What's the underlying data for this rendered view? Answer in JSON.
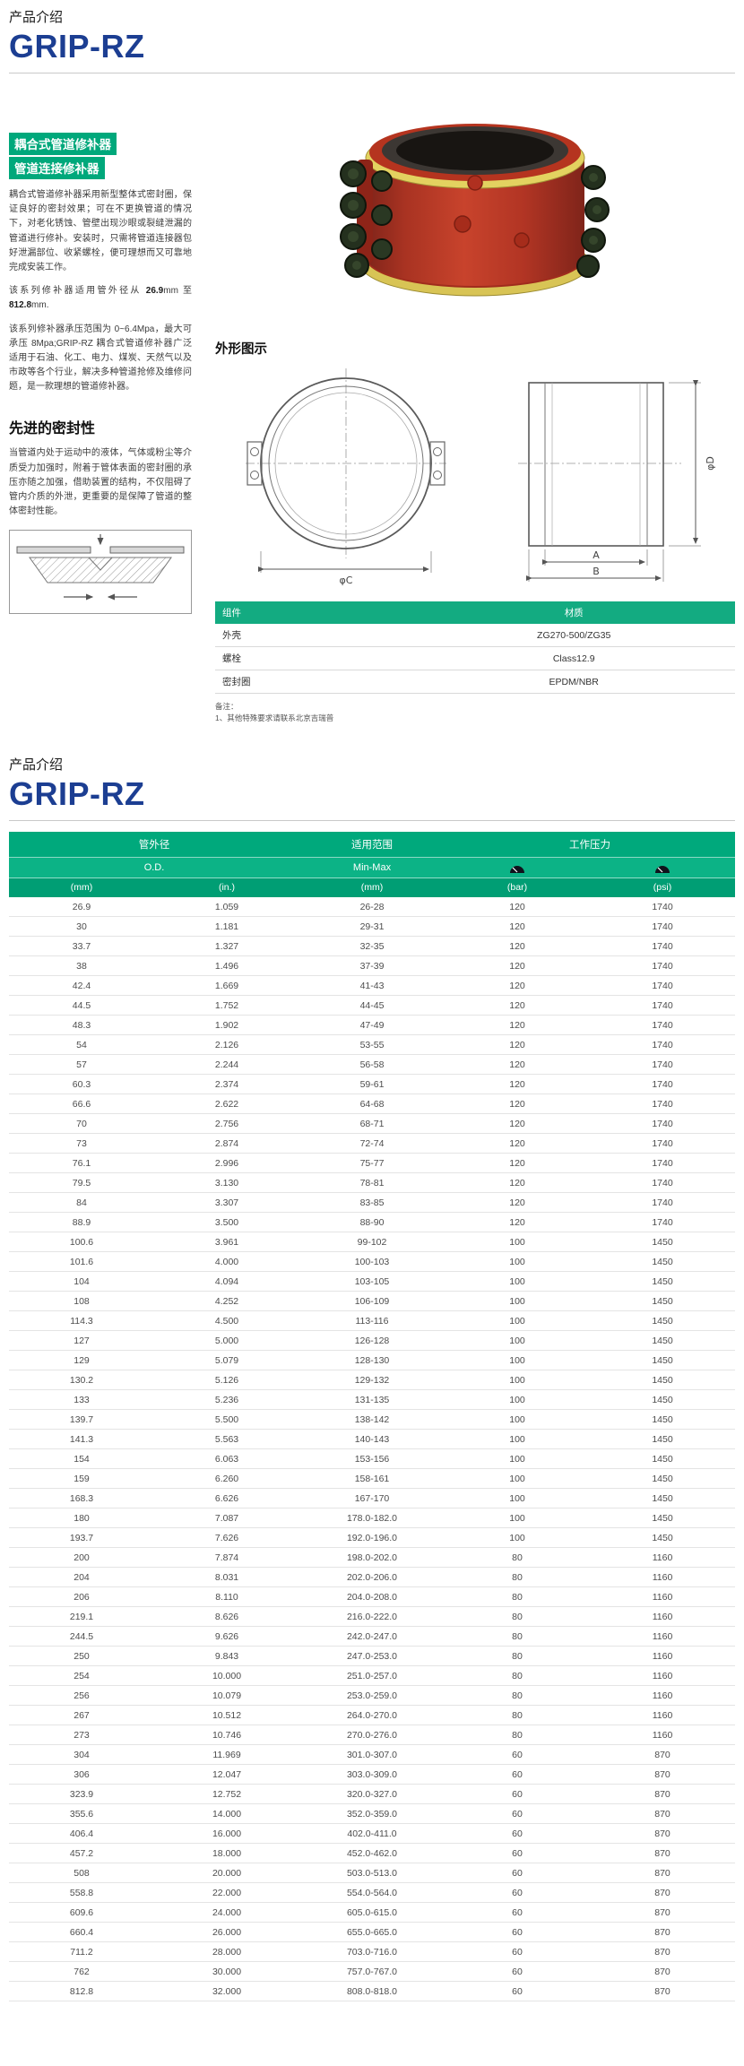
{
  "colors": {
    "brand_blue": "#1c3e92",
    "green": "#00a87b"
  },
  "page1": {
    "kicker": "产品介绍",
    "brand": "GRIP-RZ",
    "product_title": {
      "line1": "耦合式管道修补器",
      "line2": "管道连接修补器"
    },
    "para1": "耦合式管道修补器采用新型整体式密封圈，保证良好的密封效果；可在不更换管道的情况下，对老化锈蚀、管壁出现沙眼或裂缝泄漏的管道进行修补。安装时，只需将管道连接器包好泄漏部位、收紧螺栓，便可理想而又可靠地完成安装工作。",
    "para2": {
      "t1": "该系列修补器适用管外径从 ",
      "b1": "26.9",
      "t2": "mm 至 ",
      "b2": "812.8",
      "t3": "mm."
    },
    "para3": "该系列修补器承压范围为 0~6.4Mpa，最大可承压 8Mpa;GRIP-RZ 耦合式管道修补器广泛适用于石油、化工、电力、煤炭、天然气以及市政等各个行业，解决多种管道抢修及维修问题，是一款理想的管道修补器。",
    "sealing_title": "先进的密封性",
    "sealing_text": "当管道内处于运动中的液体，气体或粉尘等介质受力加强时，附着于管体表面的密封圈的承压亦随之加强，借助装置的结构，不仅阻碍了管内介质的外泄，更重要的是保障了管道的整体密封性能。",
    "outline_title": "外形图示",
    "drawing_labels": {
      "c": "φC",
      "d": "φD",
      "a": "A",
      "b": "B"
    },
    "materials": {
      "headers": [
        "组件",
        "材质"
      ],
      "rows": [
        [
          "外壳",
          "ZG270-500/ZG35"
        ],
        [
          "螺栓",
          "Class12.9"
        ],
        [
          "密封圈",
          "EPDM/NBR"
        ]
      ]
    },
    "note_label": "备注：",
    "note_text": "1、其他特殊要求请联系北京吉瑞普"
  },
  "page2": {
    "kicker": "产品介绍",
    "brand": "GRIP-RZ",
    "table": {
      "group_headers": [
        "管外径",
        "适用范围",
        "工作压力"
      ],
      "od_label": "O.D.",
      "range_label": "Min-Max",
      "unit_headers": [
        "(mm)",
        "(in.)",
        "(mm)",
        "(bar)",
        "(psi)"
      ],
      "rows": [
        [
          "26.9",
          "1.059",
          "26-28",
          "120",
          "1740"
        ],
        [
          "30",
          "1.181",
          "29-31",
          "120",
          "1740"
        ],
        [
          "33.7",
          "1.327",
          "32-35",
          "120",
          "1740"
        ],
        [
          "38",
          "1.496",
          "37-39",
          "120",
          "1740"
        ],
        [
          "42.4",
          "1.669",
          "41-43",
          "120",
          "1740"
        ],
        [
          "44.5",
          "1.752",
          "44-45",
          "120",
          "1740"
        ],
        [
          "48.3",
          "1.902",
          "47-49",
          "120",
          "1740"
        ],
        [
          "54",
          "2.126",
          "53-55",
          "120",
          "1740"
        ],
        [
          "57",
          "2.244",
          "56-58",
          "120",
          "1740"
        ],
        [
          "60.3",
          "2.374",
          "59-61",
          "120",
          "1740"
        ],
        [
          "66.6",
          "2.622",
          "64-68",
          "120",
          "1740"
        ],
        [
          "70",
          "2.756",
          "68-71",
          "120",
          "1740"
        ],
        [
          "73",
          "2.874",
          "72-74",
          "120",
          "1740"
        ],
        [
          "76.1",
          "2.996",
          "75-77",
          "120",
          "1740"
        ],
        [
          "79.5",
          "3.130",
          "78-81",
          "120",
          "1740"
        ],
        [
          "84",
          "3.307",
          "83-85",
          "120",
          "1740"
        ],
        [
          "88.9",
          "3.500",
          "88-90",
          "120",
          "1740"
        ],
        [
          "100.6",
          "3.961",
          "99-102",
          "100",
          "1450"
        ],
        [
          "101.6",
          "4.000",
          "100-103",
          "100",
          "1450"
        ],
        [
          "104",
          "4.094",
          "103-105",
          "100",
          "1450"
        ],
        [
          "108",
          "4.252",
          "106-109",
          "100",
          "1450"
        ],
        [
          "114.3",
          "4.500",
          "113-116",
          "100",
          "1450"
        ],
        [
          "127",
          "5.000",
          "126-128",
          "100",
          "1450"
        ],
        [
          "129",
          "5.079",
          "128-130",
          "100",
          "1450"
        ],
        [
          "130.2",
          "5.126",
          "129-132",
          "100",
          "1450"
        ],
        [
          "133",
          "5.236",
          "131-135",
          "100",
          "1450"
        ],
        [
          "139.7",
          "5.500",
          "138-142",
          "100",
          "1450"
        ],
        [
          "141.3",
          "5.563",
          "140-143",
          "100",
          "1450"
        ],
        [
          "154",
          "6.063",
          "153-156",
          "100",
          "1450"
        ],
        [
          "159",
          "6.260",
          "158-161",
          "100",
          "1450"
        ],
        [
          "168.3",
          "6.626",
          "167-170",
          "100",
          "1450"
        ],
        [
          "180",
          "7.087",
          "178.0-182.0",
          "100",
          "1450"
        ],
        [
          "193.7",
          "7.626",
          "192.0-196.0",
          "100",
          "1450"
        ],
        [
          "200",
          "7.874",
          "198.0-202.0",
          "80",
          "1160"
        ],
        [
          "204",
          "8.031",
          "202.0-206.0",
          "80",
          "1160"
        ],
        [
          "206",
          "8.110",
          "204.0-208.0",
          "80",
          "1160"
        ],
        [
          "219.1",
          "8.626",
          "216.0-222.0",
          "80",
          "1160"
        ],
        [
          "244.5",
          "9.626",
          "242.0-247.0",
          "80",
          "1160"
        ],
        [
          "250",
          "9.843",
          "247.0-253.0",
          "80",
          "1160"
        ],
        [
          "254",
          "10.000",
          "251.0-257.0",
          "80",
          "1160"
        ],
        [
          "256",
          "10.079",
          "253.0-259.0",
          "80",
          "1160"
        ],
        [
          "267",
          "10.512",
          "264.0-270.0",
          "80",
          "1160"
        ],
        [
          "273",
          "10.746",
          "270.0-276.0",
          "80",
          "1160"
        ],
        [
          "304",
          "11.969",
          "301.0-307.0",
          "60",
          "870"
        ],
        [
          "306",
          "12.047",
          "303.0-309.0",
          "60",
          "870"
        ],
        [
          "323.9",
          "12.752",
          "320.0-327.0",
          "60",
          "870"
        ],
        [
          "355.6",
          "14.000",
          "352.0-359.0",
          "60",
          "870"
        ],
        [
          "406.4",
          "16.000",
          "402.0-411.0",
          "60",
          "870"
        ],
        [
          "457.2",
          "18.000",
          "452.0-462.0",
          "60",
          "870"
        ],
        [
          "508",
          "20.000",
          "503.0-513.0",
          "60",
          "870"
        ],
        [
          "558.8",
          "22.000",
          "554.0-564.0",
          "60",
          "870"
        ],
        [
          "609.6",
          "24.000",
          "605.0-615.0",
          "60",
          "870"
        ],
        [
          "660.4",
          "26.000",
          "655.0-665.0",
          "60",
          "870"
        ],
        [
          "711.2",
          "28.000",
          "703.0-716.0",
          "60",
          "870"
        ],
        [
          "762",
          "30.000",
          "757.0-767.0",
          "60",
          "870"
        ],
        [
          "812.8",
          "32.000",
          "808.0-818.0",
          "60",
          "870"
        ]
      ]
    }
  }
}
